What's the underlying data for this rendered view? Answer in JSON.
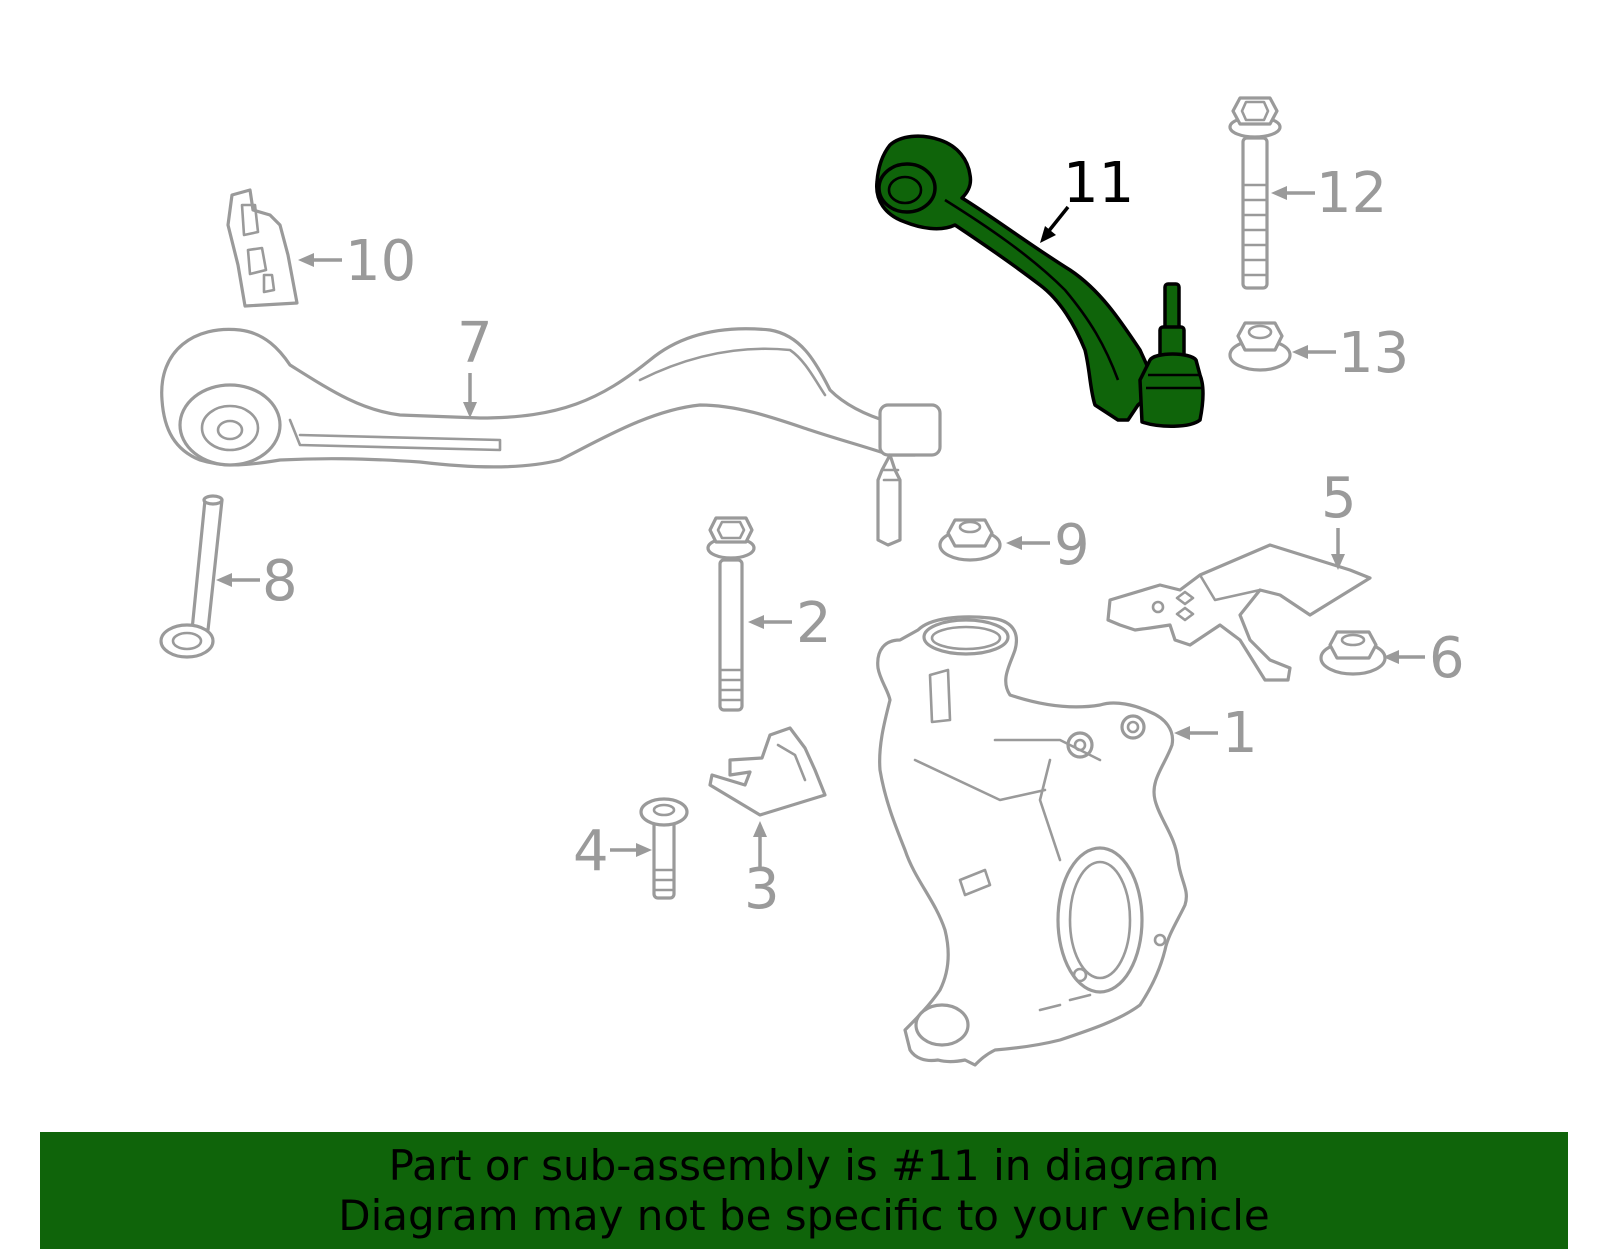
{
  "callouts": [
    "1",
    "2",
    "3",
    "4",
    "5",
    "6",
    "7",
    "8",
    "9",
    "10",
    "11",
    "12",
    "13"
  ],
  "highlighted_callout": "11",
  "banner": {
    "line1": "Part or sub-assembly is #11 in diagram",
    "line2": "Diagram may not be specific to your vehicle"
  },
  "colors": {
    "highlight_fill": "#0f640a",
    "outline_gray": "#9a9a9a",
    "banner_bg": "#0f640a"
  }
}
